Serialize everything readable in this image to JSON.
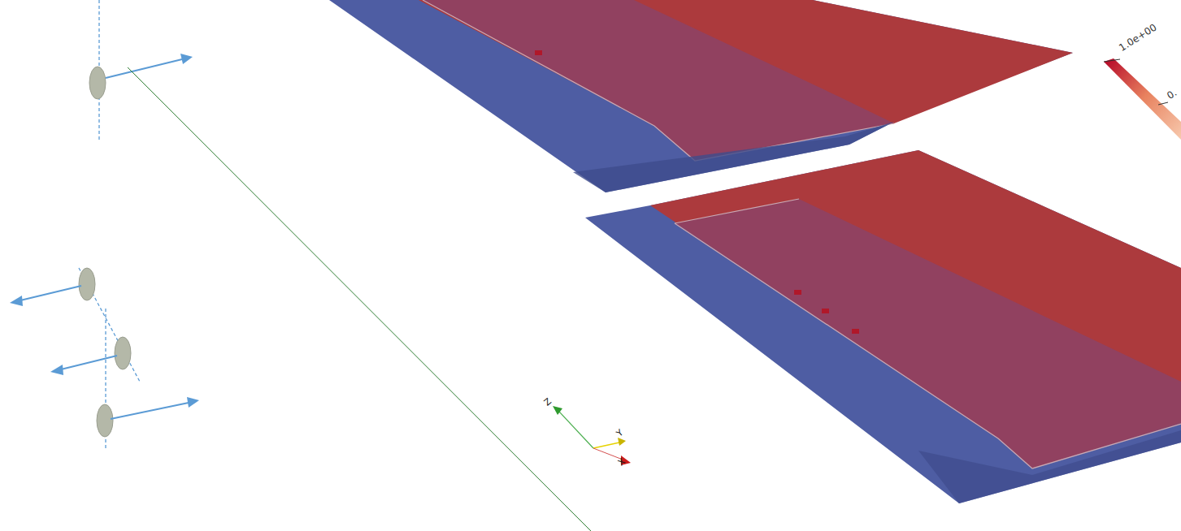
{
  "diagram": {
    "labels": [
      "1.0e+00",
      "0.",
      "Z",
      "Y",
      "X"
    ]
  }
}
